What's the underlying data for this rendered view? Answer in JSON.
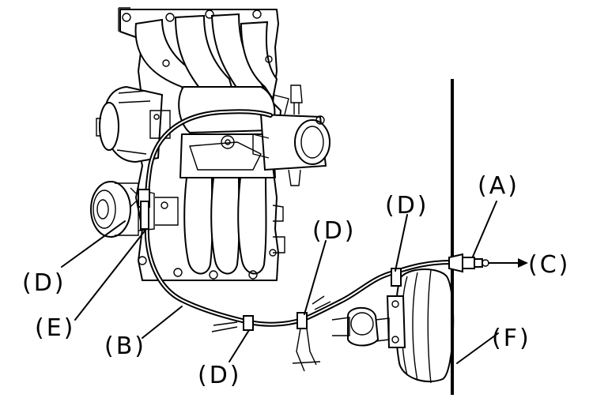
{
  "labels": {
    "a": "(A)",
    "b": "(B)",
    "c": "(C)",
    "d_left": "(D)",
    "d_bottom": "(D)",
    "d_mid": "(D)",
    "d_right": "(D)",
    "e": "(E)",
    "f": "(F)"
  }
}
